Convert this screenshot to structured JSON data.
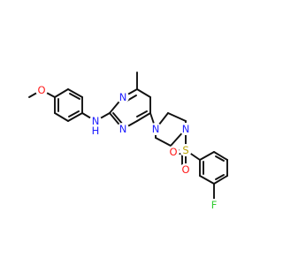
{
  "molecule": {
    "atom_labels": {
      "methoxy_o": "O",
      "amine_n": "N",
      "amine_h": "H",
      "pyrimidine_n1": "N",
      "pyrimidine_n3": "N",
      "piperazine_n1": "N",
      "piperazine_n4": "N",
      "sulfur": "S",
      "sulfonyl_o1": "O",
      "sulfonyl_o2": "O",
      "fluorine": "F"
    },
    "colors": {
      "bond": "#111111",
      "carbon": "#111111",
      "nitrogen": "#2020ff",
      "oxygen": "#ff1a1a",
      "sulfur": "#b8a100",
      "fluorine": "#33cc33"
    }
  }
}
